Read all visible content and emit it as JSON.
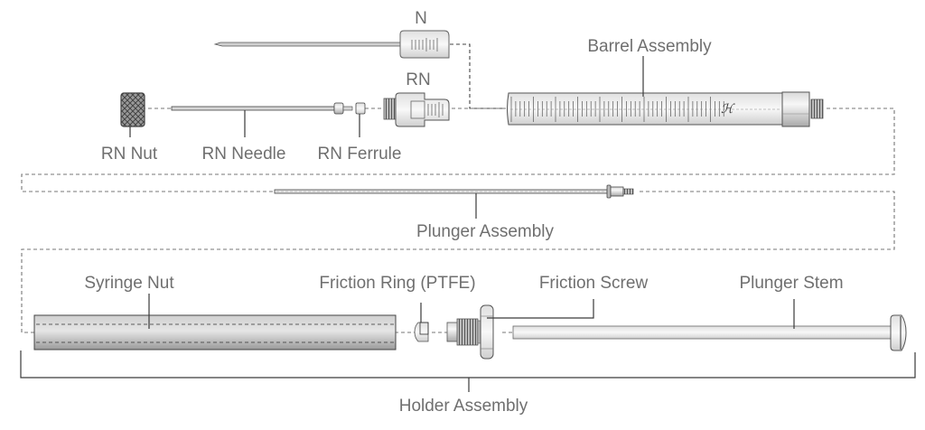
{
  "diagram": {
    "title": "Syringe exploded view",
    "labels": {
      "n": "N",
      "rn": "RN",
      "rn_nut": "RN Nut",
      "rn_needle": "RN Needle",
      "rn_ferrule": "RN Ferrule",
      "barrel_assembly": "Barrel Assembly",
      "plunger_assembly": "Plunger Assembly",
      "syringe_nut": "Syringe Nut",
      "friction_ring": "Friction Ring (PTFE)",
      "friction_screw": "Friction Screw",
      "plunger_stem": "Plunger Stem",
      "holder_assembly": "Holder Assembly"
    },
    "barrel_logo": "ℋ",
    "colors": {
      "label_text": "#6f6f6f",
      "leader_line": "#3a3a3a",
      "metal_light": "#f2f2f2",
      "metal_dark": "#a9a9a9",
      "dashed_guide": "#777777"
    }
  }
}
